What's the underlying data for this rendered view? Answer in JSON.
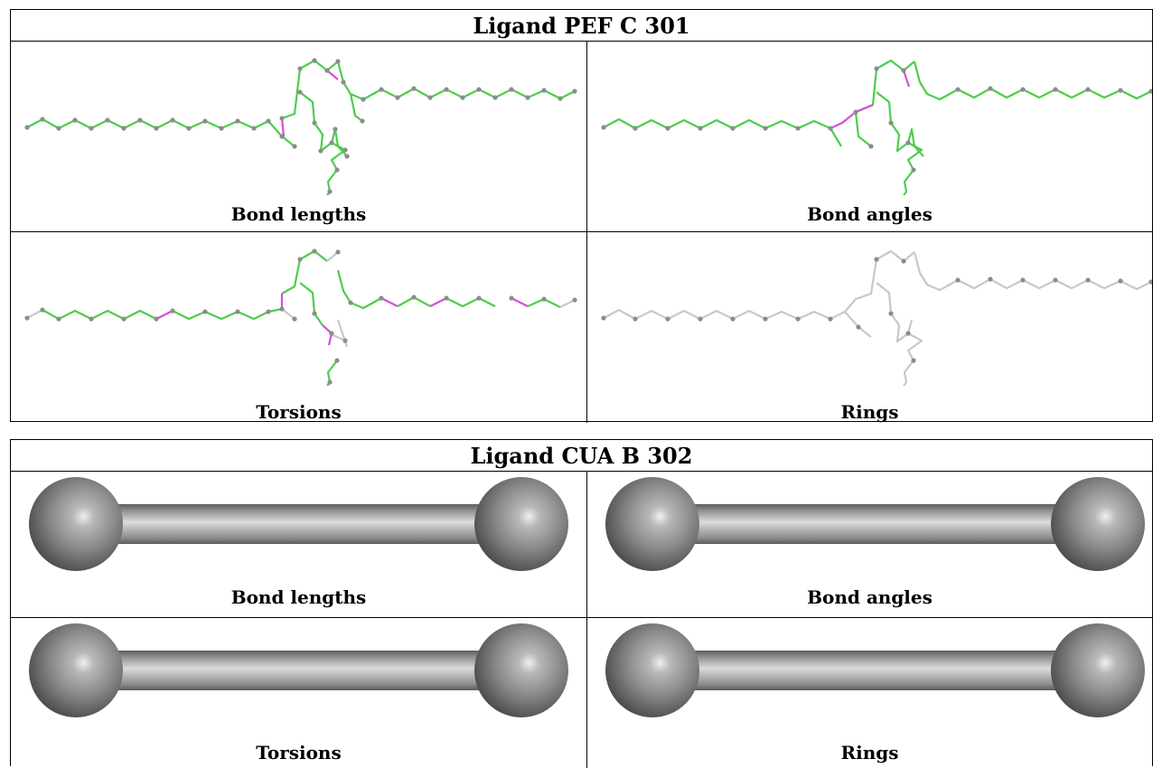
{
  "tables": [
    {
      "title": "Ligand PEF C 301",
      "panels": [
        {
          "caption": "Bond lengths"
        },
        {
          "caption": "Bond angles"
        },
        {
          "caption": "Torsions"
        },
        {
          "caption": "Rings"
        }
      ]
    },
    {
      "title": "Ligand CUA B 302",
      "panels": [
        {
          "caption": "Bond lengths"
        },
        {
          "caption": "Bond angles"
        },
        {
          "caption": "Torsions"
        },
        {
          "caption": "Rings"
        }
      ]
    }
  ],
  "colors": {
    "ok_bond": "#4ccd4c",
    "outlier_bond": "#d64fd6",
    "neutral_bond": "#c8c8c8",
    "atom": "#8c8c8c"
  }
}
